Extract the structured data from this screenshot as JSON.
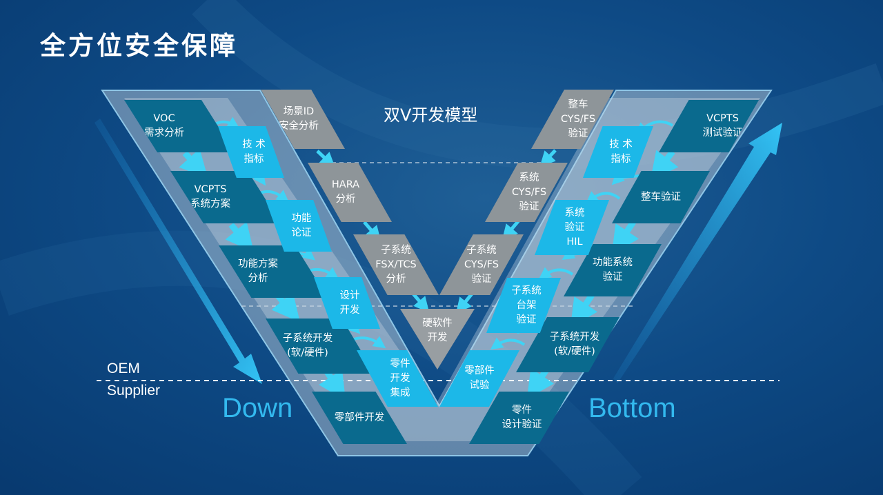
{
  "title": "全方位安全保障",
  "model_title": "双V开发模型",
  "labels": {
    "down": "Down",
    "bottom": "Bottom",
    "oem": "OEM",
    "supplier": "Supplier"
  },
  "left_v": {
    "dark_steps": [
      "VOC\n需求分析",
      "VCPTS\n系统方案",
      "功能方案\n分析",
      "子系统开发\n(软/硬件)",
      "零部件开发"
    ],
    "light_steps": [
      "技 术\n指标",
      "功能\n论证",
      "设计\n开发",
      "零件\n开发\n集成"
    ]
  },
  "right_v": {
    "dark_steps": [
      "VCPTS\n测试验证",
      "整车验证",
      "功能系统\n验证",
      "子系统开发\n(软/硬件)",
      "零件\n设计验证"
    ],
    "light_steps": [
      "技 术\n指标",
      "系统\n验证\nHIL",
      "子系统\n台架\n验证",
      "零部件\n试验"
    ]
  },
  "inner_v": {
    "left_steps": [
      "场景ID\n安全分析",
      "HARA\n分析",
      "子系统\nFSX/TCS\n分析"
    ],
    "bottom_step": "硬软件\n开发",
    "right_steps": [
      "整车\nCYS/FS\n验证",
      "系统\nCYS/FS\n验证",
      "子系统\nCYS/FS\n验证"
    ]
  },
  "colors": {
    "background": "#0b3f78",
    "dark_step": "#0a6a8e",
    "light_step": "#1cb8e8",
    "gray_step": "#8e9599",
    "accent": "#33b9ee"
  }
}
